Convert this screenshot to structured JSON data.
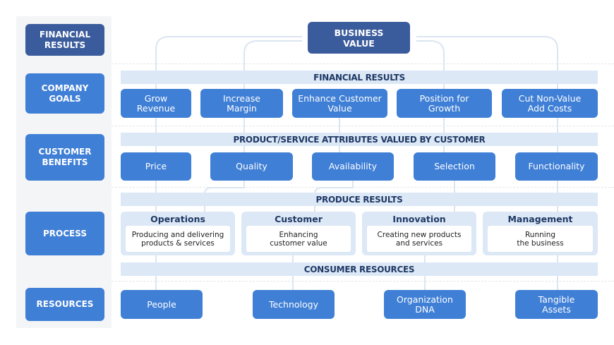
{
  "left_labels": [
    "FINANCIAL\nRESULTS",
    "COMPANY\nGOALS",
    "CUSTOMER\nBENEFITS",
    "PROCESS",
    "RESOURCES"
  ],
  "business_value": "BUSINESS\nVALUE",
  "bars": [
    "FINANCIAL RESULTS",
    "PRODUCT/SERVICE ATTRIBUTES VALUED BY CUSTOMER",
    "PRODUCE RESULTS",
    "CONSUMER RESOURCES"
  ],
  "goals": [
    "Grow\nRevenue",
    "Increase\nMargin",
    "Enhance Customer\nValue",
    "Position for\nGrowth",
    "Cut Non-Value\nAdd Costs"
  ],
  "benefits": [
    "Price",
    "Quality",
    "Availability",
    "Selection",
    "Functionality"
  ],
  "process": [
    {
      "title": "Operations",
      "desc": "Producing and delivering\nproducts & services"
    },
    {
      "title": "Customer",
      "desc": "Enhancing\ncustomer value"
    },
    {
      "title": "Innovation",
      "desc": "Creating new products\nand services"
    },
    {
      "title": "Management",
      "desc": "Running\nthe business"
    }
  ],
  "resources": [
    "People",
    "Technology",
    "Organization\nDNA",
    "Tangible\nAssets"
  ],
  "colors": {
    "dark": "#3a5b9c",
    "accent": "#3f7fd6",
    "light": "#dce8f6",
    "text": "#1f3864"
  }
}
